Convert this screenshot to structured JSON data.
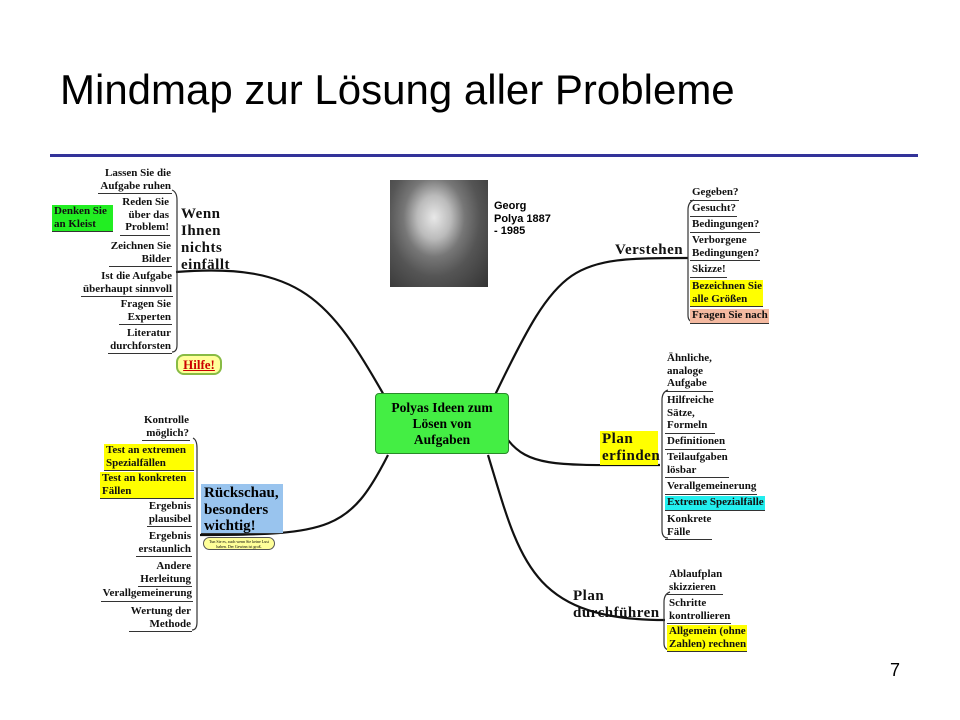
{
  "slide": {
    "title": "Mindmap zur Lösung aller Probleme",
    "page_number": "7"
  },
  "center": "Polyas Ideen zum\nLösen von\nAufgaben",
  "photo": {
    "caption": "Georg\nPolya 1887\n- 1985"
  },
  "wenn": {
    "label": "Wenn\nIhnen\nnichts\neinfällt",
    "items": [
      "Lassen Sie die\nAufgabe ruhen",
      "Reden Sie\nüber das\nProblem!",
      "Denken Sie\nan Kleist",
      "Zeichnen Sie\nBilder",
      "Ist die Aufgabe\nüberhaupt sinnvoll",
      "Fragen Sie\nExperten",
      "Literatur\ndurchforsten"
    ],
    "hilfe": "Hilfe!"
  },
  "rueckschau": {
    "label": "Rückschau,\nbesonders\nwichtig!",
    "note": "Tun Sie es, auch wenn Sie keine Lust haben. Der Gewinn ist groß.",
    "items": [
      "Kontrolle\nmöglich?",
      "Test an extremen\nSpezialfällen",
      "Test an konkreten\nFällen",
      "Ergebnis\nplausibel",
      "Ergebnis\nerstaunlich",
      "Andere\nHerleitung",
      "Verallgemeinerung",
      "Wertung der\nMethode"
    ]
  },
  "verstehen": {
    "label": "Verstehen",
    "items": [
      "Gegeben?",
      "Gesucht?",
      "Bedingungen?",
      "Verborgene\nBedingungen?",
      "Skizze!",
      "Bezeichnen Sie\nalle Größen",
      "Fragen Sie nach"
    ]
  },
  "erfinden": {
    "label": "Plan\nerfinden",
    "items": [
      "Ähnliche,\nanaloge\nAufgabe",
      "Hilfreiche\nSätze,\nFormeln",
      "Definitionen",
      "Teilaufgaben\nlösbar",
      "Verallgemeinerung",
      "Extreme Spezialfälle",
      "Konkrete\nFälle"
    ]
  },
  "durchfuehren": {
    "label": "Plan\ndurchführen",
    "items": [
      "Ablaufplan\nskizzieren",
      "Schritte\nkontrollieren",
      "Allgemein (ohne\nZahlen) rechnen"
    ]
  },
  "colors": {
    "rule": "#333399",
    "center": "#44ee44",
    "highlight_yellow": "#ffff00",
    "highlight_green": "#22ee22",
    "highlight_cyan": "#22eeee",
    "highlight_salmon": "#f4b9a0",
    "rueckschau": "#99c4ee"
  }
}
